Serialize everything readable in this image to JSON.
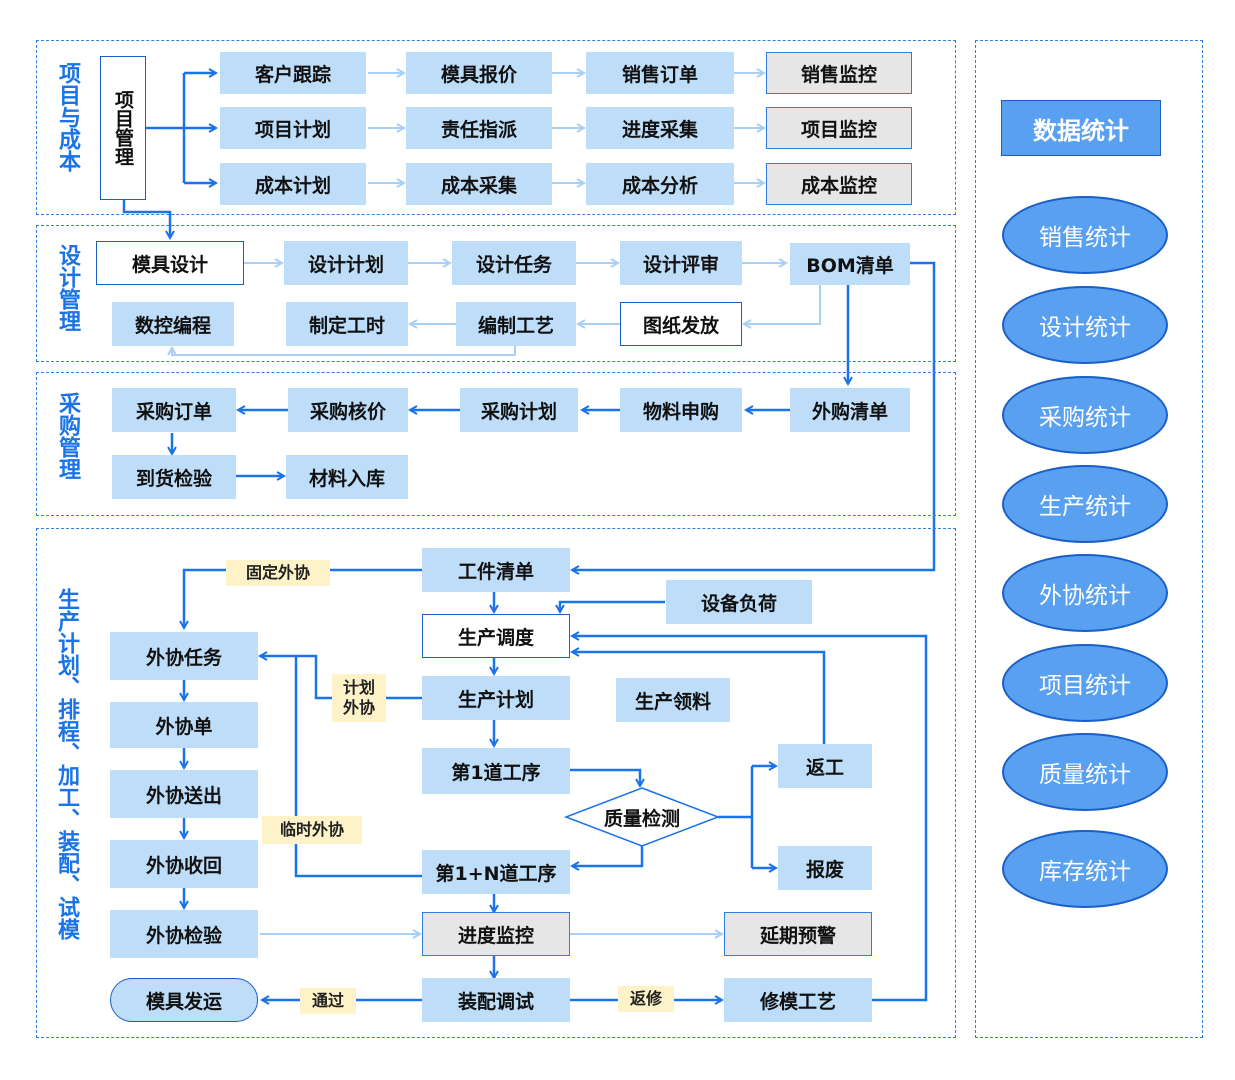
{
  "sections": {
    "project": "项目与成本",
    "design": "设计管理",
    "purchase": "采购管理",
    "production": "生产计划、排程、加工、装配、试模"
  },
  "project": {
    "manage": "项目管理",
    "rows": [
      [
        "客户跟踪",
        "模具报价",
        "销售订单",
        "销售监控"
      ],
      [
        "项目计划",
        "责任指派",
        "进度采集",
        "项目监控"
      ],
      [
        "成本计划",
        "成本采集",
        "成本分析",
        "成本监控"
      ]
    ]
  },
  "design": {
    "mold_design": "模具设计",
    "plan": "设计计划",
    "task": "设计任务",
    "review": "设计评审",
    "bom": "BOM清单",
    "cnc": "数控编程",
    "hours": "制定工时",
    "process": "编制工艺",
    "drawing": "图纸发放"
  },
  "purchase": {
    "order": "采购订单",
    "price_check": "采购核价",
    "plan": "采购计划",
    "request": "物料申购",
    "outsource_list": "外购清单",
    "inspection": "到货检验",
    "storage": "材料入库"
  },
  "production": {
    "workpiece_list": "工件清单",
    "equipment_load": "设备负荷",
    "scheduling": "生产调度",
    "plan": "生产计划",
    "material": "生产领料",
    "first_process": "第1道工序",
    "quality_check": "质量检测",
    "rework": "返工",
    "scrap": "报废",
    "next_process": "第1+N道工序",
    "progress": "进度监控",
    "delay_warning": "延期预警",
    "assembly": "装配调试",
    "repair_process": "修模工艺",
    "ship": "模具发运",
    "outsource_task": "外协任务",
    "outsource_order": "外协单",
    "outsource_send": "外协送出",
    "outsource_return": "外协收回",
    "outsource_inspect": "外协检验",
    "labels": {
      "fixed": "固定外协",
      "planned_1": "计划",
      "planned_2": "外协",
      "temporary": "临时外协",
      "pass": "通过",
      "repair": "返修"
    }
  },
  "stats": {
    "title": "数据统计",
    "items": [
      "销售统计",
      "设计统计",
      "采购统计",
      "生产统计",
      "外协统计",
      "项目统计",
      "质量统计",
      "库存统计"
    ]
  },
  "colors": {
    "accent": "#1a73e8",
    "box": "#bdddf9",
    "stat": "#5aa0f0",
    "label": "#fdf2c8"
  }
}
